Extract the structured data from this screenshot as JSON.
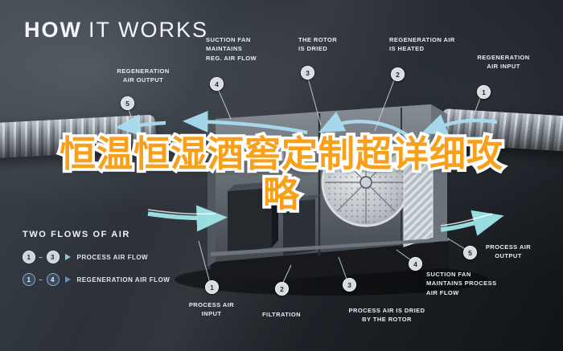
{
  "title": {
    "word1": "HOW",
    "rest": "IT WORKS"
  },
  "overlay_title": {
    "line1": "恒温恒湿酒窖定制超详细攻",
    "line2": "略"
  },
  "labels": [
    {
      "badge": "5",
      "text": "REGENERATION\nAIR OUTPUT"
    },
    {
      "badge": "4",
      "text": "SUCTION FAN\nMAINTAINS\nREG. AIR FLOW"
    },
    {
      "badge": "3",
      "text": "THE ROTOR\nIS DRIED"
    },
    {
      "badge": "2",
      "text": "REGENERATION AIR\nIS HEATED"
    },
    {
      "badge": "1",
      "text": "REGENERATION\nAIR INPUT"
    },
    {
      "badge": "5",
      "text": "PROCESS AIR\nOUTPUT"
    },
    {
      "badge": "4",
      "text": "SUCTION FAN\nMAINTAINS PROCESS\nAIR FLOW"
    },
    {
      "badge": "3",
      "text": "PROCESS AIR IS DRIED\nBY THE ROTOR"
    },
    {
      "badge": "2",
      "text": "FILTRATION"
    },
    {
      "badge": "1",
      "text": "PROCESS AIR\nINPUT"
    }
  ],
  "legend": {
    "title": "TWO FLOWS OF AIR",
    "rows": [
      {
        "from": "1",
        "to": "3",
        "label": "PROCESS AIR FLOW"
      },
      {
        "from": "1",
        "to": "4",
        "label": "REGENERATION AIR FLOW"
      }
    ]
  },
  "colors": {
    "background_dark": "#14171c",
    "regeneration_arrow": "#aadcf0",
    "process_arrow": "#9fe6ea",
    "overlay_orange": "#f9a01b",
    "badge_light": "#d7dce1",
    "badge_dark": "#3a4c63"
  }
}
